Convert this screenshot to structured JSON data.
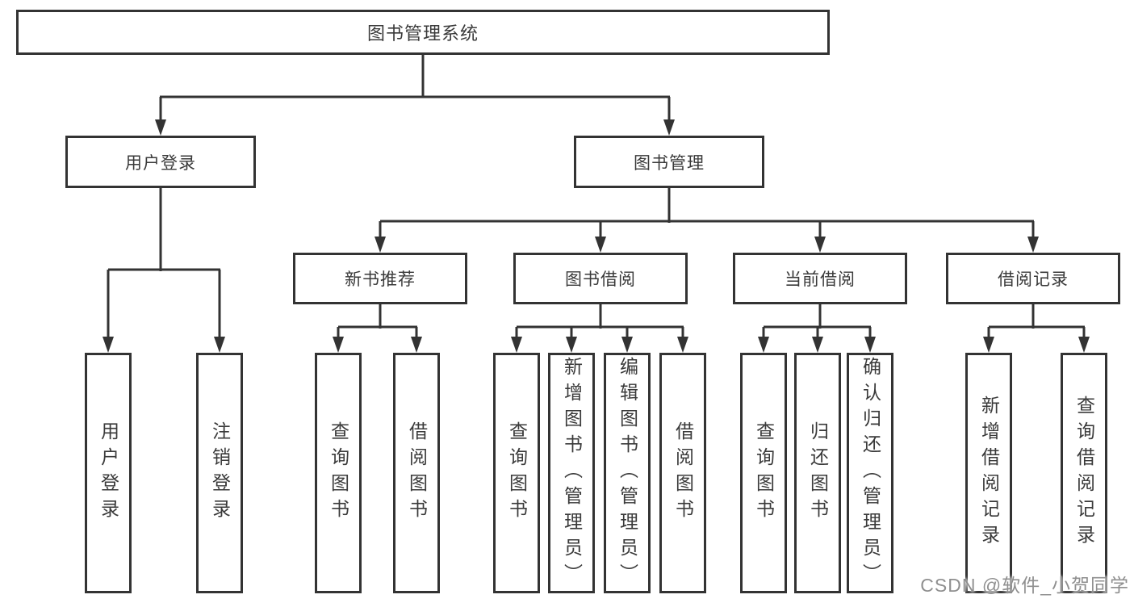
{
  "diagram": {
    "title": "图书管理系统",
    "login_branch": {
      "label": "用户登录",
      "children": [
        "用户登录",
        "注销登录"
      ]
    },
    "manage_branch": {
      "label": "图书管理",
      "sections": [
        {
          "label": "新书推荐",
          "children": [
            "查询图书",
            "借阅图书"
          ]
        },
        {
          "label": "图书借阅",
          "children": [
            "查询图书",
            "新增图书（管理员）",
            "编辑图书（管理员）",
            "借阅图书"
          ]
        },
        {
          "label": "当前借阅",
          "children": [
            "查询图书",
            "归还图书",
            "确认归还（管理员）"
          ]
        },
        {
          "label": "借阅记录",
          "children": [
            "新增借阅记录",
            "查询借阅记录"
          ]
        }
      ]
    },
    "watermark": "CSDN @软件_小贺同学",
    "colors": {
      "line": "#333333",
      "text": "#3a3a3a",
      "watermark": "#8f8f8f"
    }
  }
}
